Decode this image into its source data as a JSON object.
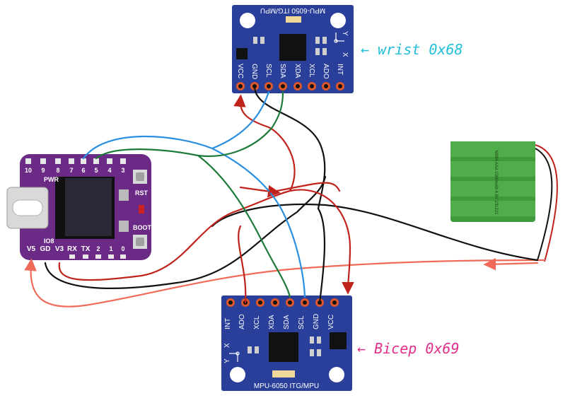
{
  "imu_top": {
    "title": "MPU-6050 ITG/MPU",
    "pins": [
      "VCC",
      "GND",
      "SCL",
      "SDA",
      "XDA",
      "XCL",
      "ADO",
      "INT"
    ],
    "axis_x": "X",
    "axis_y": "Y",
    "annotation": "← wrist 0x68"
  },
  "imu_bottom": {
    "title": "MPU-6050 ITG/MPU",
    "pins": [
      "INT",
      "ADO",
      "XCL",
      "XDA",
      "SDA",
      "SCL",
      "GND",
      "VCC"
    ],
    "axis_x": "X",
    "axis_y": "Y",
    "annotation": "← Bicep 0x69"
  },
  "esp32": {
    "top_pins": [
      "10",
      "9",
      "8",
      "7",
      "6",
      "5",
      "4",
      "3"
    ],
    "bottom_pins": [
      "V5",
      "GD",
      "V3",
      "RX",
      "TX",
      "2",
      "1",
      "0"
    ],
    "pwr_label": "PWR",
    "io8_label": "IO8",
    "rst_label": "RST",
    "boot_label": "BOOT"
  },
  "battery": {
    "label_line1": "NiMH AAA 1000mAh 4.8V 231221"
  },
  "colors": {
    "board_blue": "#2a3f9a",
    "esp_purple": "#6b2a86",
    "wire_red": "#c0221c",
    "wire_black": "#111111",
    "wire_blue": "#2a8fe0",
    "wire_green": "#1e7a3a",
    "wire_salmon": "#f06a5a",
    "note_cyan": "#22c0d8",
    "note_magenta": "#e0308a",
    "battery_green": "#3e9a3a"
  }
}
